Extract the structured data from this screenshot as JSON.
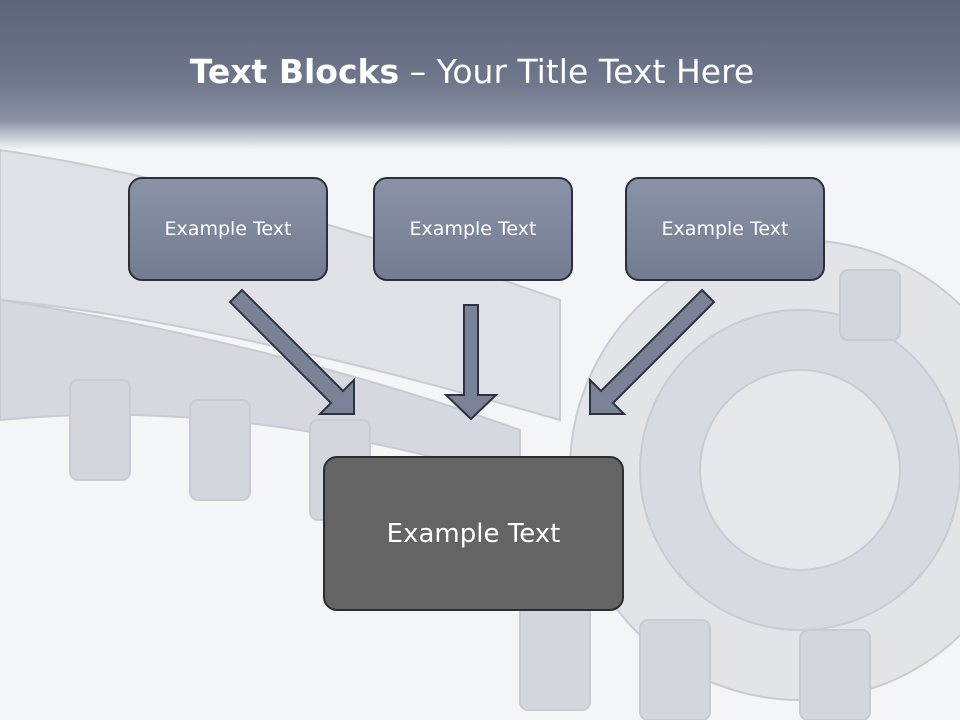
{
  "title": {
    "bold": "Text Blocks",
    "rest": " – Your Title Text Here"
  },
  "blocks": [
    {
      "label": "Example Text"
    },
    {
      "label": "Example Text"
    },
    {
      "label": "Example Text"
    }
  ],
  "target": {
    "label": "Example Text"
  },
  "colors": {
    "header": "#6f778c",
    "block_fill": "#7f879c",
    "target_fill": "#646464",
    "arrow_fill": "#7a8297",
    "arrow_stroke": "#2d3140"
  },
  "background": {
    "motif": "gears-icon"
  }
}
